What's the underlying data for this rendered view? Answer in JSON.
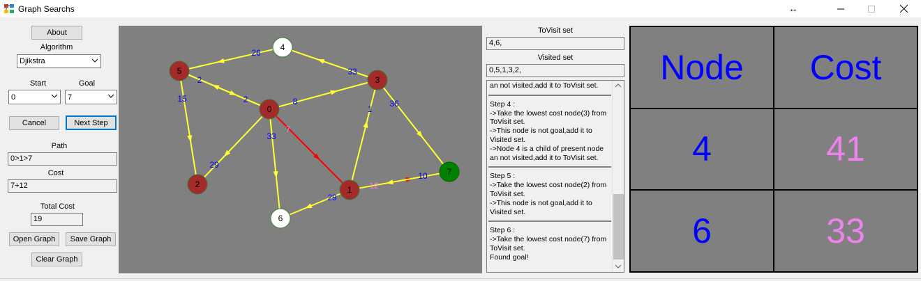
{
  "window": {
    "title": "Graph Searchs"
  },
  "buttons": {
    "about": "About",
    "cancel": "Cancel",
    "next_step": "Next Step",
    "open_graph": "Open Graph",
    "save_graph": "Save Graph",
    "clear_graph": "Clear Graph"
  },
  "labels": {
    "algorithm": "Algorithm",
    "start": "Start",
    "goal": "Goal",
    "path": "Path",
    "cost": "Cost",
    "total_cost": "Total Cost",
    "tovisit_set": "ToVisit set",
    "visited_set": "Visited set"
  },
  "fields": {
    "algorithm": "Djikstra",
    "start": "0",
    "goal": "7",
    "path": "0>1>7",
    "cost": "7+12",
    "total_cost": "19",
    "tovisit": "4,6,",
    "visited": "0,5,1,3,2,"
  },
  "log": [
    "an not visited,add it to ToVisit set.",
    "Step 4 :\n->Take the lowest cost node(3) from ToVisit set.\n->This node is not goal,add it to Visited set.\n->Node 4 is a child of present node an not visited,add it to ToVisit set.",
    "Step 5 :\n->Take the lowest cost node(2) from ToVisit set.\n->This node is not goal,add it to Visited set.",
    "Step 6 :\n->Take the lowest cost node(7) from ToVisit set.\nFound goal!"
  ],
  "table": {
    "headers": [
      "Node",
      "Cost"
    ],
    "rows": [
      [
        "4",
        "41"
      ],
      [
        "6",
        "33"
      ]
    ]
  },
  "graph": {
    "nodes": [
      {
        "id": "0",
        "status": "visited"
      },
      {
        "id": "1",
        "status": "visited"
      },
      {
        "id": "2",
        "status": "visited"
      },
      {
        "id": "3",
        "status": "visited"
      },
      {
        "id": "4",
        "status": "tovisit"
      },
      {
        "id": "5",
        "status": "visited"
      },
      {
        "id": "6",
        "status": "tovisit"
      },
      {
        "id": "7",
        "status": "goal"
      }
    ],
    "edges": [
      {
        "from": "4",
        "to": "5",
        "weight": "26",
        "path": false
      },
      {
        "from": "3",
        "to": "4",
        "weight": "33",
        "path": false
      },
      {
        "from": "5",
        "to": "0",
        "weight": "2",
        "path": false
      },
      {
        "from": "0",
        "to": "5",
        "weight": "2",
        "path": false
      },
      {
        "from": "0",
        "to": "3",
        "weight": "8",
        "path": false
      },
      {
        "from": "5",
        "to": "2",
        "weight": "15",
        "path": false
      },
      {
        "from": "0",
        "to": "2",
        "weight": "29",
        "path": false
      },
      {
        "from": "0",
        "to": "6",
        "weight": "33",
        "path": false
      },
      {
        "from": "0",
        "to": "1",
        "weight": "7",
        "path": true
      },
      {
        "from": "1",
        "to": "3",
        "weight": "1",
        "path": false
      },
      {
        "from": "3",
        "to": "7",
        "weight": "36",
        "path": false
      },
      {
        "from": "1",
        "to": "6",
        "weight": "29",
        "path": false
      },
      {
        "from": "1",
        "to": "7",
        "weight": "12",
        "path": true
      },
      {
        "from": "7",
        "to": "1",
        "weight": "10",
        "path": false
      }
    ]
  },
  "colors": {
    "visited_node": "#a52a2a",
    "goal_node": "#008000",
    "open_node": "#ffffff",
    "edge": "#ffff33",
    "path_edge": "#ff0000",
    "weight": "#0000ff",
    "path_weight": "#ee82ee",
    "table_node": "#0000ff",
    "table_cost": "#ee82ee"
  }
}
